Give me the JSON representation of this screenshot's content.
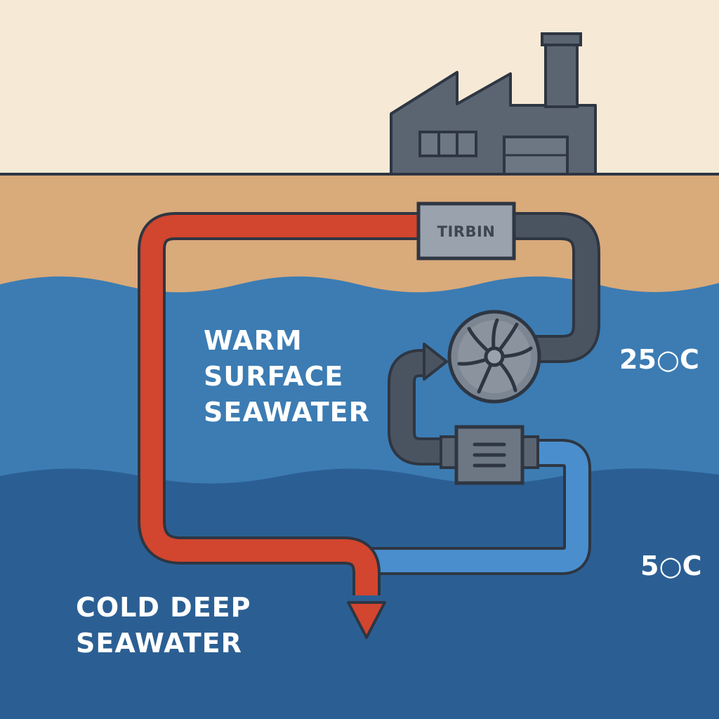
{
  "diagram": {
    "turbine_label": "TIRBIN",
    "warm_water_lines": [
      "WARM",
      "SURFACE",
      "SEAWATER"
    ],
    "cold_water_lines": [
      "COLD DEEP",
      "SEAWATER"
    ],
    "warm_temperature": "25○C",
    "cold_temperature": "5○C"
  },
  "colors": {
    "sky": "#f6ead6",
    "land": "#d9aa7a",
    "surface_water": "#3c7cb3",
    "deep_water": "#2b5f93",
    "warm_pipe": "#d2452e",
    "cold_pipe": "#4a8ecd",
    "working_fluid_pipe": "#4a5360",
    "building": "#5b6572",
    "outline": "#2e3642",
    "component_fill": "#9aa3ad"
  }
}
